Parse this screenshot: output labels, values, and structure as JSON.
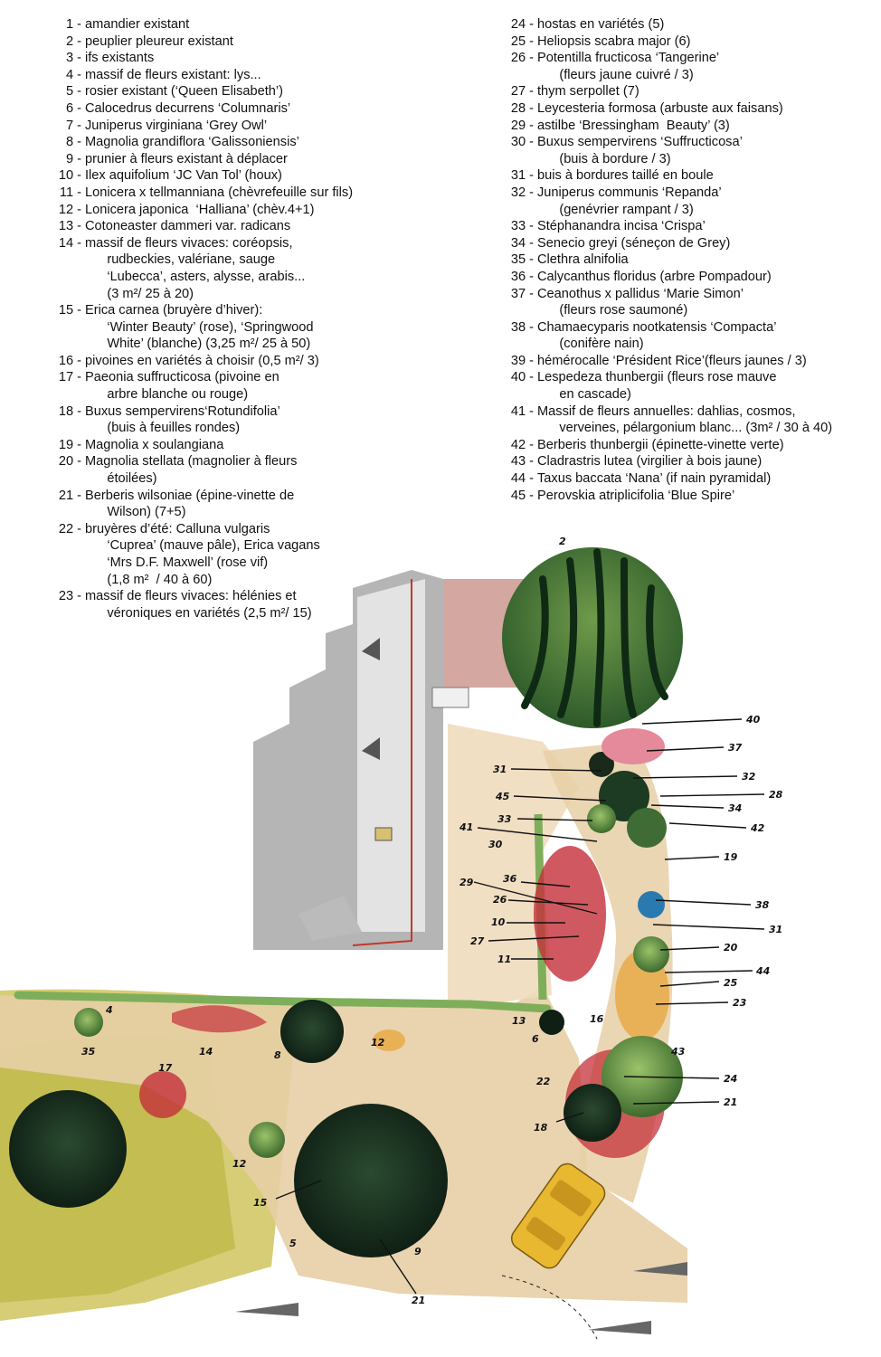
{
  "legend_left": [
    {
      "num": "1 -",
      "text": "amandier existant"
    },
    {
      "num": "2 -",
      "text": "peuplier pleureur existant"
    },
    {
      "num": "3 -",
      "text": "ifs existants"
    },
    {
      "num": "4 -",
      "text": "massif de fleurs existant: lys..."
    },
    {
      "num": "5 -",
      "text": "rosier existant (‘Queen Elisabeth’)"
    },
    {
      "num": "6 -",
      "text": "Calocedrus decurrens ‘Columnaris’"
    },
    {
      "num": "7 -",
      "text": "Juniperus virginiana ‘Grey Owl’"
    },
    {
      "num": "8 -",
      "text": "Magnolia grandiflora ‘Galissoniensis’"
    },
    {
      "num": "9 -",
      "text": "prunier à fleurs existant à déplacer"
    },
    {
      "num": "10 -",
      "text": "Ilex aquifolium ‘JC Van Tol’ (houx)"
    },
    {
      "num": "11 -",
      "text": "Lonicera x tellmanniana (chèvrefeuille sur fils)"
    },
    {
      "num": "12 -",
      "text": "Lonicera japonica  ‘Halliana’ (chèv.4+1)"
    },
    {
      "num": "13 -",
      "text": "Cotoneaster dammeri var. radicans"
    },
    {
      "num": "14 -",
      "text": "massif de fleurs vivaces: coréopsis,\n      rudbeckies, valériane, sauge\n      ‘Lubecca’, asters, alysse, arabis...\n      (3 m²/ 25 à 20)"
    },
    {
      "num": "15 -",
      "text": "Erica carnea (bruyère d’hiver):\n      ‘Winter Beauty’ (rose), ‘Springwood\n      White’ (blanche) (3,25 m²/ 25 à 50)"
    },
    {
      "num": "16 -",
      "text": "pivoines en variétés à choisir (0,5 m²/ 3)"
    },
    {
      "num": "17 -",
      "text": "Paeonia suffructicosa (pivoine en\n      arbre blanche ou rouge)"
    },
    {
      "num": "18 -",
      "text": "Buxus sempervirens‘Rotundifolia’\n      (buis à feuilles rondes)"
    },
    {
      "num": "19 -",
      "text": "Magnolia x soulangiana"
    },
    {
      "num": "20 -",
      "text": "Magnolia stellata (magnolier à fleurs\n      étoilées)"
    },
    {
      "num": "21 -",
      "text": "Berberis wilsoniae (épine-vinette de\n      Wilson) (7+5)"
    },
    {
      "num": "22 -",
      "text": "bruyères d’été: Calluna vulgaris\n      ‘Cuprea’ (mauve pâle), Erica vagans\n      ‘Mrs D.F. Maxwell’ (rose vif)\n      (1,8 m²  / 40 à 60)"
    },
    {
      "num": "23 -",
      "text": "massif de fleurs vivaces: hélénies et\n      véroniques en variétés (2,5 m²/ 15)"
    }
  ],
  "legend_right": [
    {
      "num": "24 -",
      "text": "hostas en variétés (5)"
    },
    {
      "num": "25 -",
      "text": "Heliopsis scabra major (6)"
    },
    {
      "num": "26 -",
      "text": "Potentilla fructicosa ‘Tangerine’\n      (fleurs jaune cuivré / 3)"
    },
    {
      "num": "27 -",
      "text": "thym serpollet (7)"
    },
    {
      "num": "28 -",
      "text": "Leycesteria formosa (arbuste aux faisans)"
    },
    {
      "num": "29 -",
      "text": "astilbe ‘Bressingham  Beauty’ (3)"
    },
    {
      "num": "30 -",
      "text": "Buxus sempervirens ‘Suffructicosa’\n      (buis à bordure / 3)"
    },
    {
      "num": "31 -",
      "text": "buis à bordures taillé en boule"
    },
    {
      "num": "32 -",
      "text": "Juniperus communis ‘Repanda’\n      (genévrier rampant / 3)"
    },
    {
      "num": "33 -",
      "text": "Stéphanandra incisa ‘Crispa’"
    },
    {
      "num": "34 -",
      "text": "Senecio greyi (séneçon de Grey)"
    },
    {
      "num": "35 -",
      "text": "Clethra alnifolia"
    },
    {
      "num": "36 -",
      "text": "Calycanthus floridus (arbre Pompadour)"
    },
    {
      "num": "37 -",
      "text": "Ceanothus x pallidus ‘Marie Simon’\n      (fleurs rose saumoné)"
    },
    {
      "num": "38 -",
      "text": "Chamaecyparis nootkatensis ‘Compacta’\n      (conifère nain)"
    },
    {
      "num": "39 -",
      "text": "hémérocalle ‘Président Rice’(fleurs jaunes / 3)"
    },
    {
      "num": "40 -",
      "text": "Lespedeza thunbergii (fleurs rose mauve\n      en cascade)"
    },
    {
      "num": "41 -",
      "text": "Massif de fleurs annuelles: dahlias, cosmos,\n      verveines, pélargonium blanc... (3m² / 30 à 40)"
    },
    {
      "num": "42 -",
      "text": "Berberis thunbergii (épinette-vinette verte)"
    },
    {
      "num": "43 -",
      "text": "Cladrastris lutea (virgilier à bois jaune)"
    },
    {
      "num": "44 -",
      "text": "Taxus baccata ‘Nana’ (if nain pyramidal)"
    },
    {
      "num": "45 -",
      "text": "Perovskia atriplicifolia ‘Blue Spire’"
    }
  ],
  "plan_labels": {
    "l2": "2",
    "l40": "40",
    "l37": "37",
    "l31a": "31",
    "l32": "32",
    "l28": "28",
    "l45": "45",
    "l34": "34",
    "l33": "33",
    "l42": "42",
    "l41": "41",
    "l30": "30",
    "l19": "19",
    "l36": "36",
    "l29": "29",
    "l26": "26",
    "l38": "38",
    "l10": "10",
    "l31b": "31",
    "l27": "27",
    "l20": "20",
    "l11": "11",
    "l44": "44",
    "l25": "25",
    "l23": "23",
    "l4": "4",
    "l13": "13",
    "l16": "16",
    "l6": "6",
    "l35": "35",
    "l14": "14",
    "l8": "8",
    "l12a": "12",
    "l43": "43",
    "l17": "17",
    "l22": "22",
    "l24": "24",
    "l21a": "21",
    "l18": "18",
    "l12b": "12",
    "l15": "15",
    "l5": "5",
    "l9": "9",
    "l21b": "21"
  },
  "colors": {
    "lawn": "#c9c25a",
    "path": "#e6c9a0",
    "hedge": "#7fae5a",
    "tree_dark": "#142a1a",
    "willow": "#2f5a2a",
    "red_flowers": "#c4303a",
    "pink_flowers": "#e58a9a",
    "car": "#e8b830",
    "house_gray": "#9c9c9c",
    "paving": "#c9918a"
  }
}
